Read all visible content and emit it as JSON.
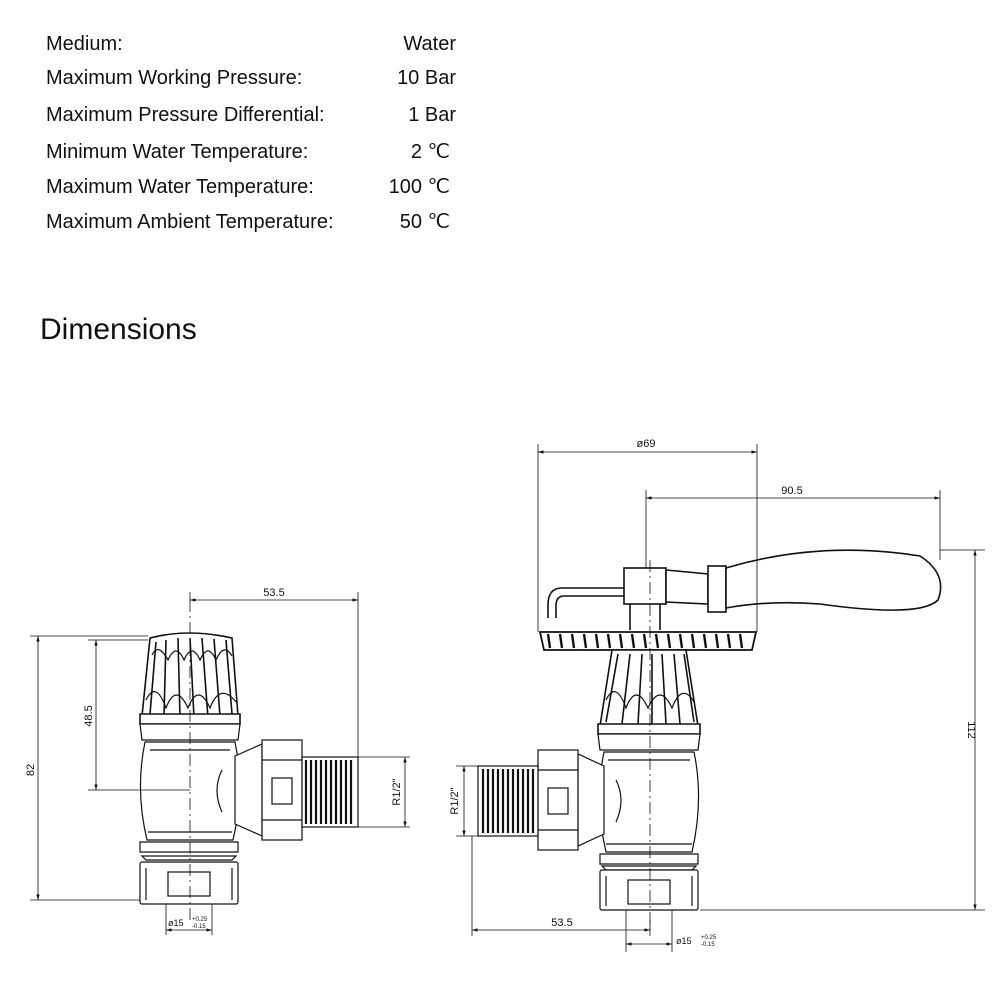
{
  "specs": [
    {
      "label": "Medium:",
      "value": "Water"
    },
    {
      "label": "Maximum Working Pressure:",
      "value": "10 Bar"
    },
    {
      "label": "Maximum Pressure Differential:",
      "value": "1 Bar"
    },
    {
      "label": "Minimum Water Temperature:",
      "value": "2 ℃"
    },
    {
      "label": "Maximum Water Temperature:",
      "value": "100 ℃"
    },
    {
      "label": "Maximum Ambient Temperature:",
      "value": "50 ℃"
    }
  ],
  "heading": "Dimensions",
  "left_valve": {
    "width_dim": "53.5",
    "height_dim": "82",
    "head_dim": "48.5",
    "thread_dim": "R1/2\"",
    "pipe_dim": "ø15",
    "pipe_tol_upper": "+0.25",
    "pipe_tol_lower": "-0.15"
  },
  "right_valve": {
    "wheel_dim": "ø69",
    "lever_dim": "90.5",
    "height_dim": "112",
    "thread_dim": "R1/2\"",
    "width_dim": "53.5",
    "pipe_dim": "ø15",
    "pipe_tol_upper": "+0.25",
    "pipe_tol_lower": "-0.15"
  }
}
